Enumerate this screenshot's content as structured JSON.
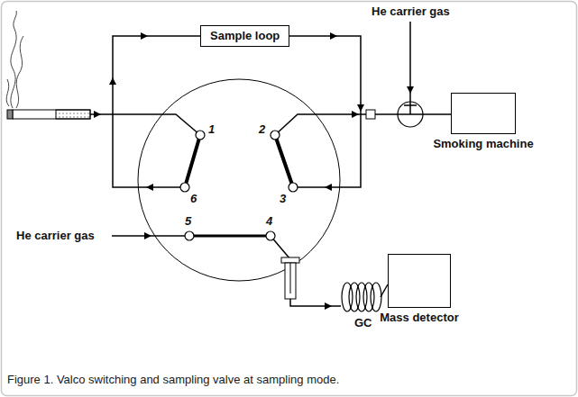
{
  "diagram": {
    "caption": "Figure 1. Valco switching and sampling valve at sampling mode.",
    "nodes": [
      {
        "text": [
          "Sample loop"
        ]
      },
      {
        "text": [
          "Smoking machine"
        ]
      },
      {
        "text": [
          "Mass detector"
        ]
      }
    ],
    "labels": [
      "He carrier gas",
      "1",
      "2",
      "3",
      "4",
      "5",
      "6",
      "He carrier gas",
      "GC"
    ]
  }
}
